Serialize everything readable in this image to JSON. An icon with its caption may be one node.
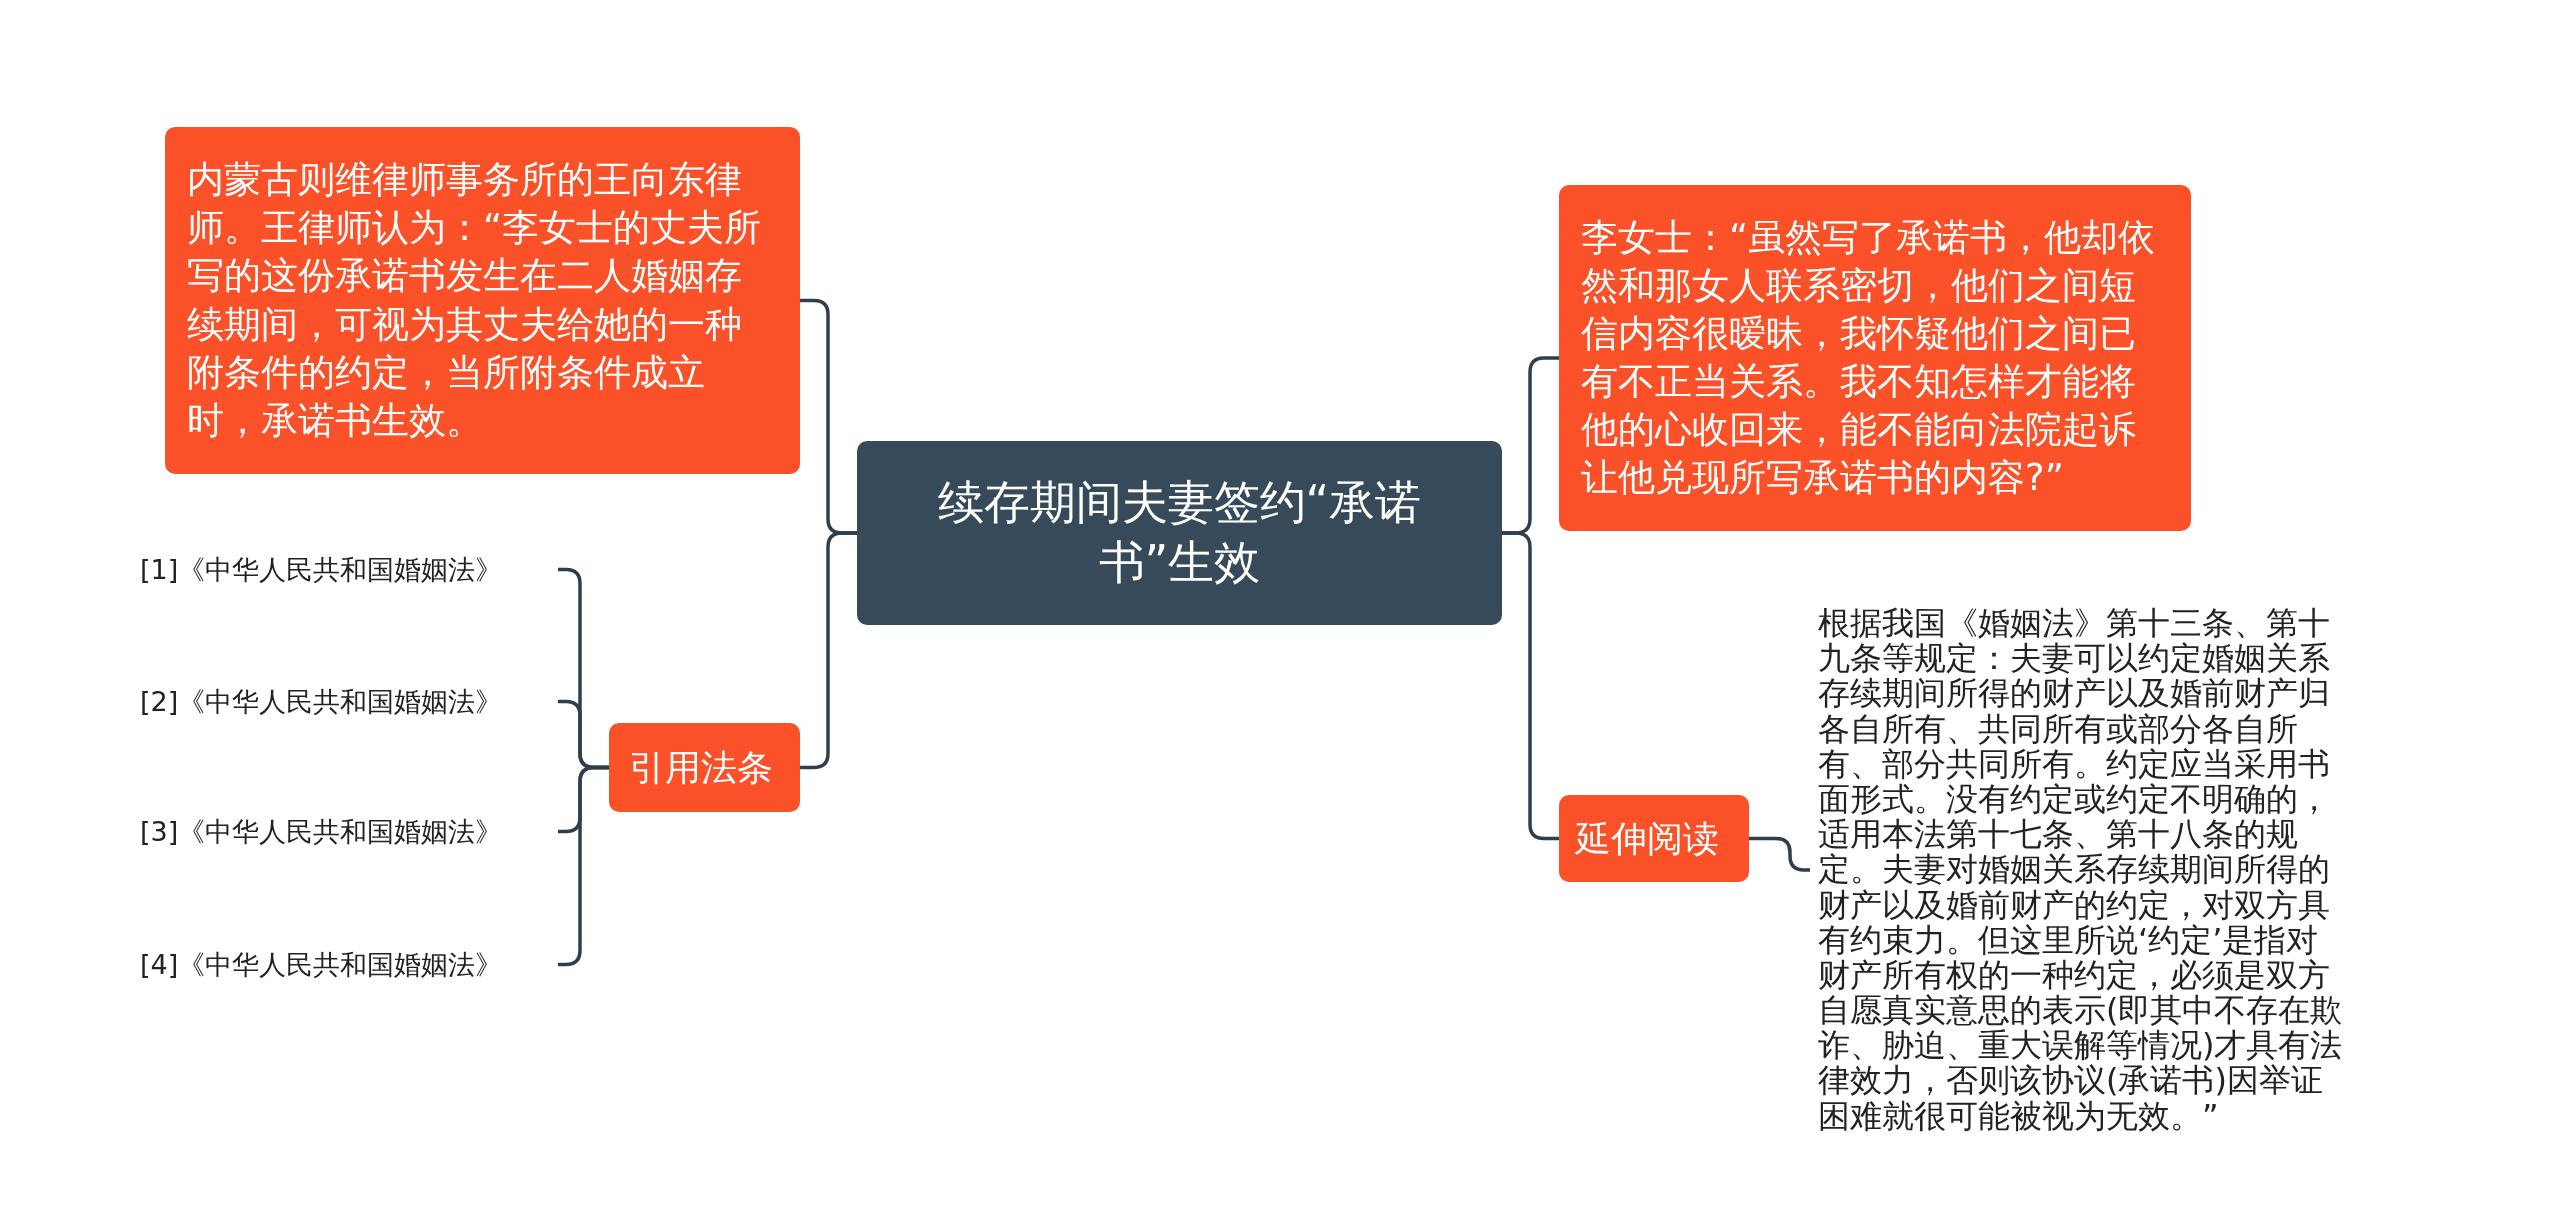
{
  "diagram": {
    "nodes": [
      {
        "text": [
          "续存期间夫妻签约“承诺书”生效"
        ]
      },
      {
        "text": [
          "内蒙古则维律师事务所的王向东律师。王律师认为：“李女士的丈夫所写的这份承诺书发生在二人婚姻存续期间，可视为其丈夫给她的一种附条件的约定，当所附条件成立时，承诺书生效。"
        ]
      },
      {
        "text": [
          "引用法条"
        ]
      },
      {
        "text": [
          "[1]《中华人民共和国婚姻法》"
        ]
      },
      {
        "text": [
          "[2]《中华人民共和国婚姻法》"
        ]
      },
      {
        "text": [
          "[3]《中华人民共和国婚姻法》"
        ]
      },
      {
        "text": [
          "[4]《中华人民共和国婚姻法》"
        ]
      },
      {
        "text": [
          "李女士：“虽然写了承诺书，他却依然和那女人联系密切，他们之间短信内容很暧昧，我怀疑他们之间已有不正当关系。我不知怎样才能将他的心收回来，能不能向法院起诉让他兑现所写承诺书的内容?”"
        ]
      },
      {
        "text": [
          "延伸阅读"
        ]
      },
      {
        "text": [
          "根据我国《婚姻法》第十三条、第十九条等规定：夫妻可以约定婚姻关系存续期间所得的财产以及婚前财产归各自所有、共同所有或部分各自所有、部分共同所有。约定应当采用书面形式。没有约定或约定不明确的，适用本法第十七条、第十八条的规定。夫妻对婚姻关系存续期间所得的财产以及婚前财产的约定，对双方具有约束力。但这里所说‘约定’是指对财产所有权的一种约定，必须是双方自愿真实意思的表示(即其中不存在欺诈、胁迫、重大误解等情况)才具有法律效力，否则该协议(承诺书)因举证困难就很可能被视为无效。”"
        ]
      }
    ],
    "edges": [
      {
        "from": 0,
        "to": 1,
        "arrow": "none"
      },
      {
        "from": 0,
        "to": 2,
        "arrow": "none"
      },
      {
        "from": 2,
        "to": 3,
        "arrow": "none"
      },
      {
        "from": 2,
        "to": 4,
        "arrow": "none"
      },
      {
        "from": 2,
        "to": 5,
        "arrow": "none"
      },
      {
        "from": 2,
        "to": 6,
        "arrow": "none"
      },
      {
        "from": 0,
        "to": 7,
        "arrow": "none"
      },
      {
        "from": 0,
        "to": 8,
        "arrow": "none"
      },
      {
        "from": 8,
        "to": 9,
        "arrow": "none"
      }
    ]
  }
}
